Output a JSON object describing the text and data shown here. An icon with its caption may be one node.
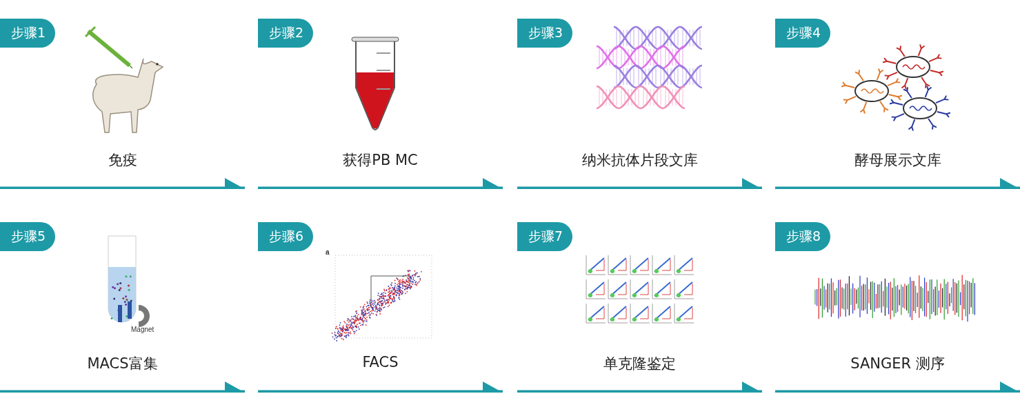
{
  "diagram": {
    "nodes": [
      {
        "text": [
          "步骤1"
        ]
      },
      {
        "text": [
          "步骤2"
        ]
      },
      {
        "text": [
          "步骤3"
        ]
      },
      {
        "text": [
          "步骤4"
        ]
      },
      {
        "text": [
          "步骤5"
        ]
      },
      {
        "text": [
          "步骤6"
        ]
      },
      {
        "text": [
          "步骤7"
        ]
      },
      {
        "text": [
          "步骤8"
        ]
      }
    ],
    "labels": [
      "免疫",
      "获得PB MC",
      "纳米抗体片段文库",
      "酵母展示文库",
      "a",
      "Magnet",
      "MACS富集",
      "FACS",
      "单克隆鉴定",
      "SANGER 测序"
    ]
  }
}
